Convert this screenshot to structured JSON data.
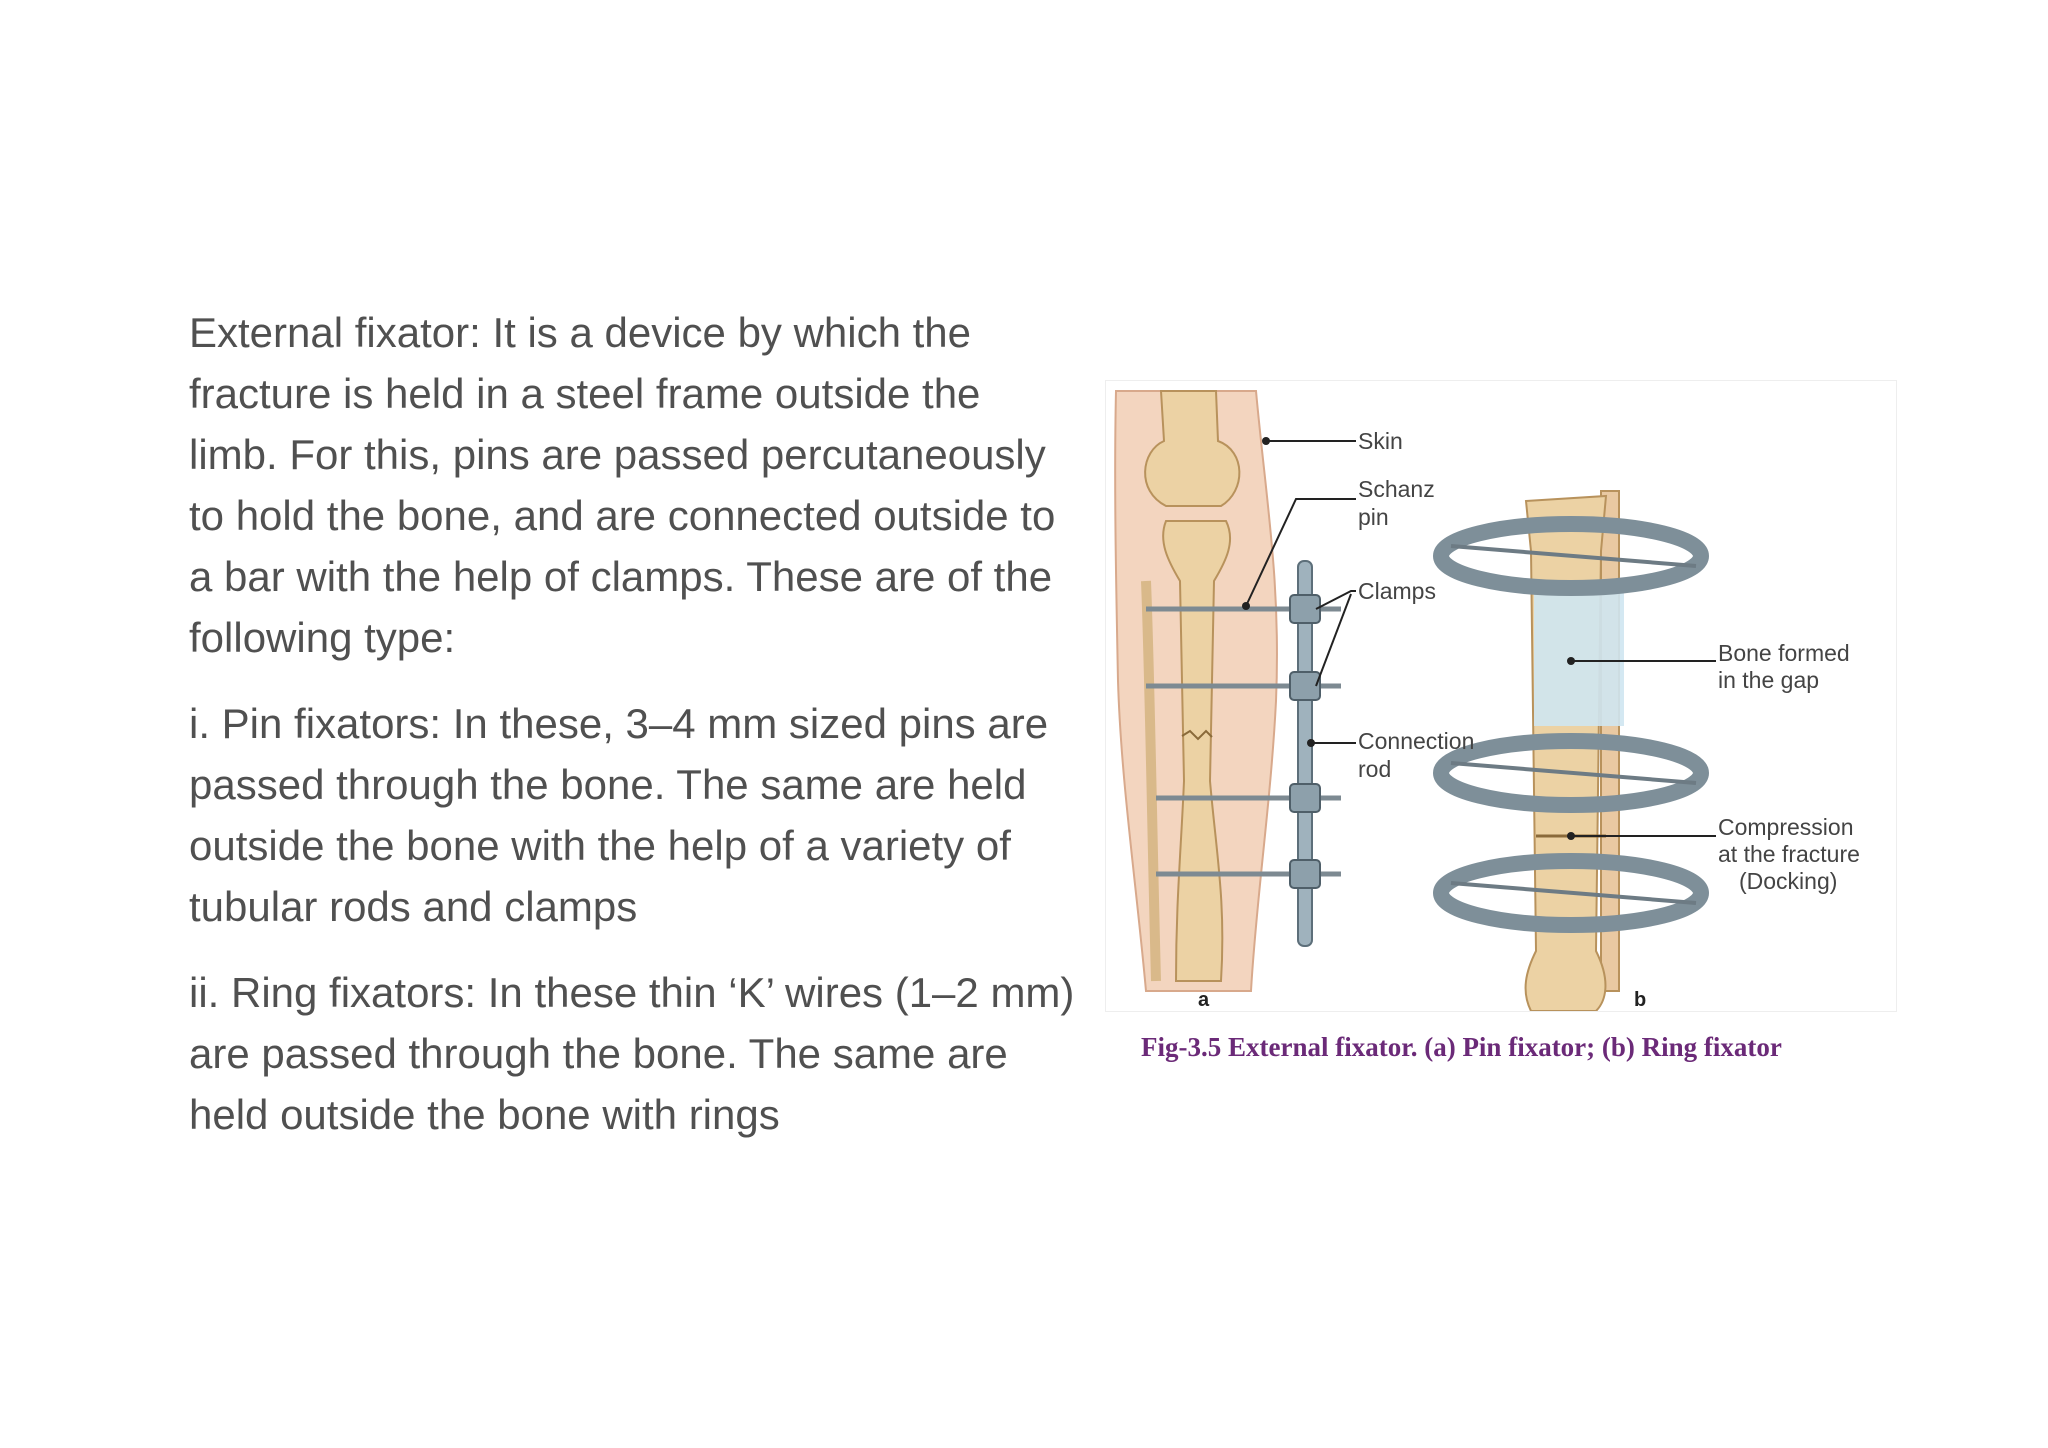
{
  "paragraphs": [
    "External fixator: It is a device by which the\nfracture is held in a steel frame outside the\nlimb. For this, pins are passed percutaneously\nto hold the bone, and are connected outside to\na bar with the help of clamps. These are of the\nfollowing type:",
    "i. Pin fixators: In these, 3–4 mm sized pins are\npassed through the bone. The same are held\noutside the bone with the help of a variety of\ntubular rods and clamps",
    "ii. Ring fixators: In these thin ‘K’ wires (1–2 mm)\nare passed through the bone. The same are\nheld outside the bone with rings"
  ],
  "figure": {
    "labels": {
      "skin": "Skin",
      "schanz_1": "Schanz",
      "schanz_2": "pin",
      "clamps": "Clamps",
      "connection_1": "Connection",
      "connection_2": "rod",
      "bone_formed_1": "Bone formed",
      "bone_formed_2": "in the gap",
      "compression_1": "Compression",
      "compression_2": "at the fracture",
      "compression_3": "(Docking)",
      "panel_a": "a",
      "panel_b": "b"
    },
    "caption": "Fig-3.5 External fixator. (a) Pin fixator; (b) Ring fixator"
  }
}
